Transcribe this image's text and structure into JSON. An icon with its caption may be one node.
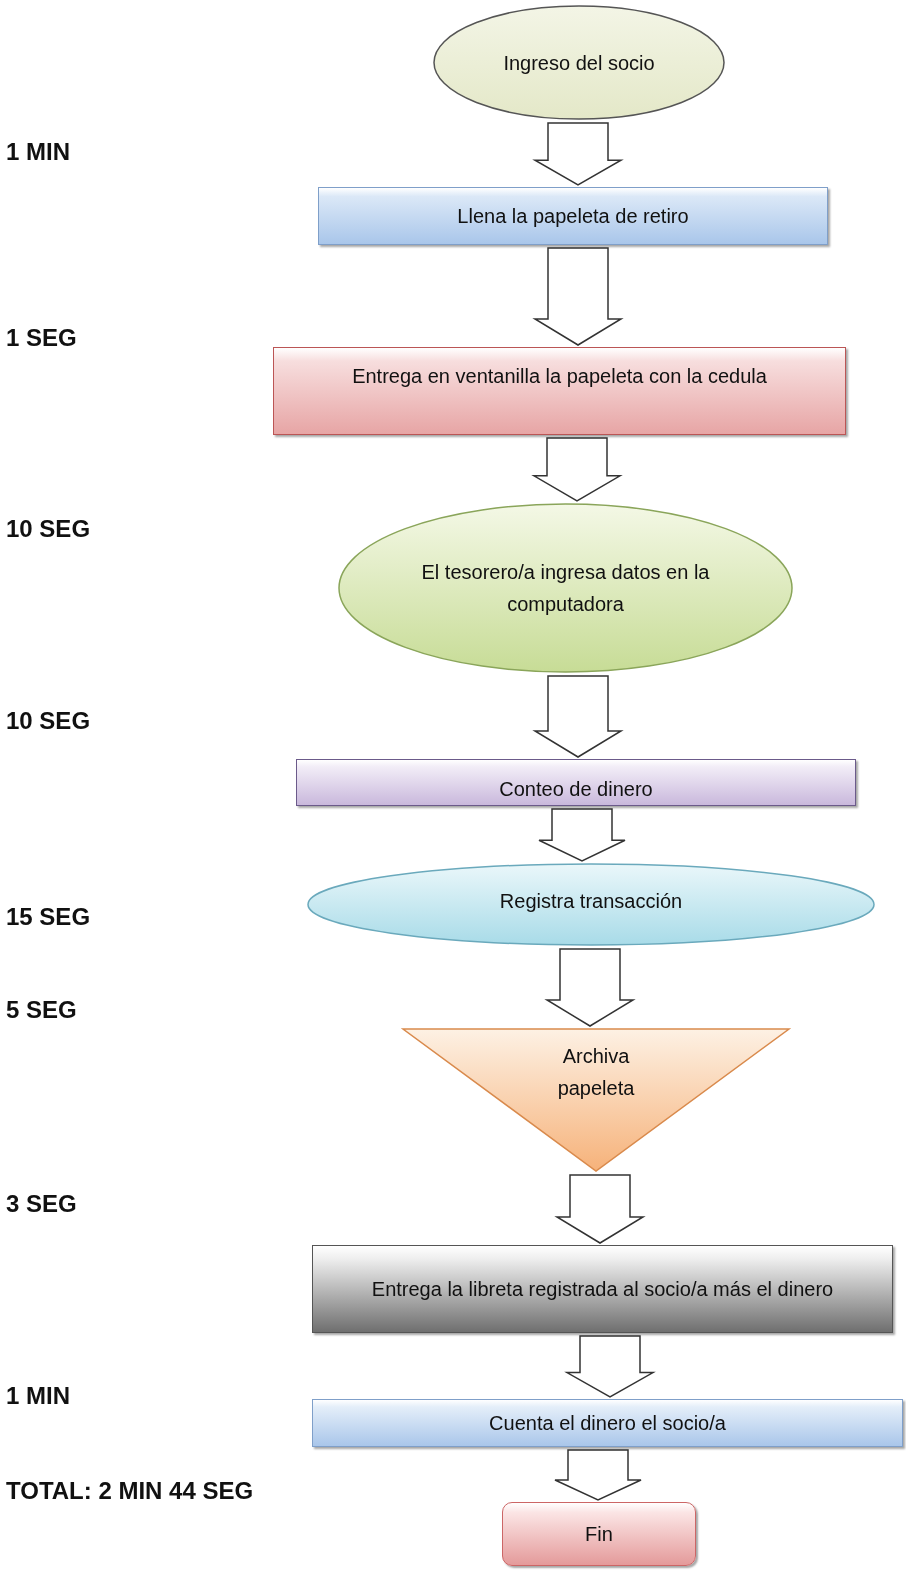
{
  "diagram": {
    "nodes": [
      {
        "text": [
          "Ingreso del socio"
        ]
      },
      {
        "text": [
          "Llena la papeleta de retiro"
        ]
      },
      {
        "text": [
          "Entrega en ventanilla la papeleta con la cedula"
        ]
      },
      {
        "text": [
          "El tesorero/a ingresa datos en la computadora"
        ]
      },
      {
        "text": [
          "Conteo de dinero"
        ]
      },
      {
        "text": [
          "Registra transacción"
        ]
      },
      {
        "text": [
          "Archiva papeleta"
        ]
      },
      {
        "text": [
          "Entrega la libreta registrada al socio/a más el dinero"
        ]
      },
      {
        "text": [
          "Cuenta el dinero el socio/a"
        ]
      },
      {
        "text": [
          "Fin"
        ]
      }
    ],
    "edges": [
      {
        "from": 0,
        "to": 1,
        "arrow": "to"
      },
      {
        "from": 1,
        "to": 2,
        "arrow": "to"
      },
      {
        "from": 2,
        "to": 3,
        "arrow": "to"
      },
      {
        "from": 3,
        "to": 4,
        "arrow": "to"
      },
      {
        "from": 4,
        "to": 5,
        "arrow": "to"
      },
      {
        "from": 5,
        "to": 6,
        "arrow": "to"
      },
      {
        "from": 6,
        "to": 7,
        "arrow": "to"
      },
      {
        "from": 7,
        "to": 8,
        "arrow": "to"
      },
      {
        "from": 8,
        "to": 9,
        "arrow": "to"
      }
    ],
    "labels": [
      "1 MIN",
      "1 SEG",
      "10 SEG",
      "10 SEG",
      "15 SEG",
      "5 SEG",
      "3 SEG",
      "1 MIN",
      "TOTAL: 2 MIN 44 SEG"
    ]
  }
}
